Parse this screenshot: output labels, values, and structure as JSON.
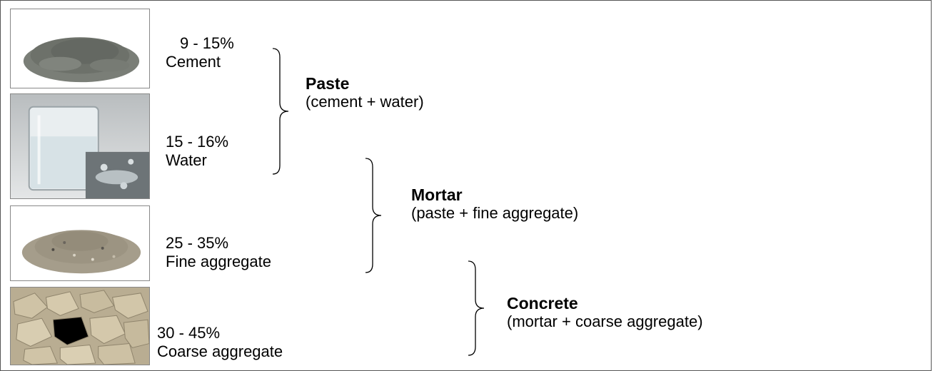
{
  "ingredients": [
    {
      "percent": "9 - 15%",
      "name": "Cement",
      "image": "cement-photo"
    },
    {
      "percent": "15 - 16%",
      "name": "Water",
      "image": "water-beaker-photo"
    },
    {
      "percent": "25 - 35%",
      "name": "Fine aggregate",
      "image": "fine-aggregate-photo"
    },
    {
      "percent": "30 - 45%",
      "name": "Coarse aggregate",
      "image": "coarse-aggregate-photo"
    }
  ],
  "groups": [
    {
      "title": "Paste",
      "formula": "(cement + water)"
    },
    {
      "title": "Mortar",
      "formula": "(paste + fine aggregate)"
    },
    {
      "title": "Concrete",
      "formula": "(mortar + coarse aggregate)"
    }
  ],
  "colors": {
    "cement": "#6f736c",
    "water": "#dfe7ea",
    "fine_aggregate": "#a39a86",
    "coarse_aggregate": "#c9bc9e"
  }
}
